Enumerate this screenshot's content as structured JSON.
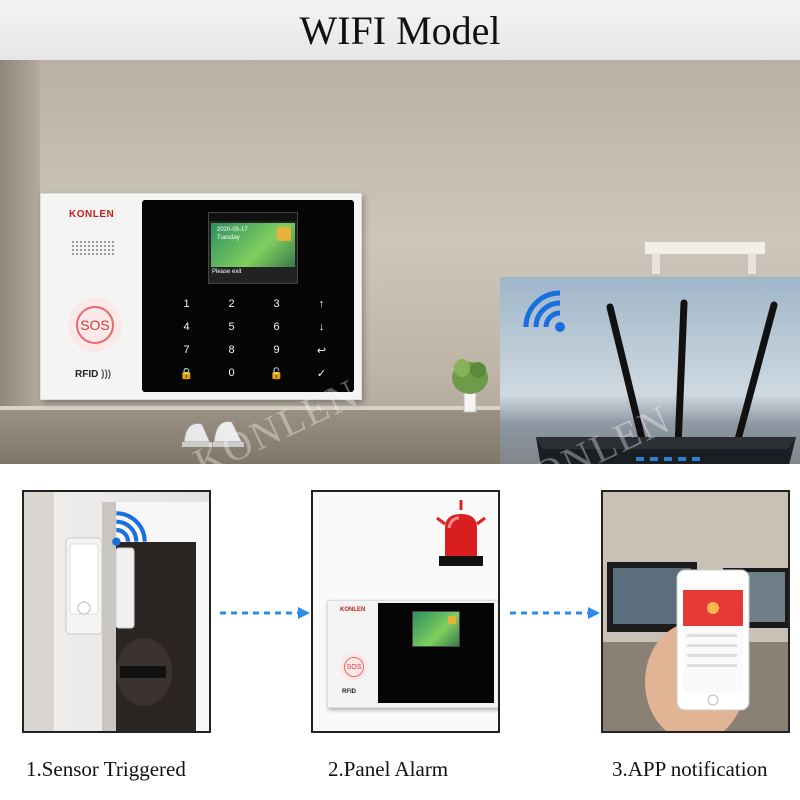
{
  "title": "WIFI Model",
  "panel": {
    "brand": "KONLEN",
    "sos_label": "SOS",
    "rfid_label": "RFID",
    "screen_date": "2020-05-17",
    "screen_day": "Tuesday",
    "screen_message": "Please exit",
    "keys": [
      "1",
      "2",
      "3",
      "↑",
      "4",
      "5",
      "6",
      "↓",
      "7",
      "8",
      "9",
      "↩",
      "🔒",
      "0",
      "🔓",
      "✓"
    ]
  },
  "small_panel": {
    "brand": "KONLEN",
    "sos_label": "SOS",
    "rfid_label": "RFID"
  },
  "watermark": "KONLEN",
  "steps": [
    {
      "label": "1.Sensor Triggered"
    },
    {
      "label": "2.Panel Alarm"
    },
    {
      "label": "3.APP notification"
    }
  ],
  "colors": {
    "wifi_blue": "#1a6fe0",
    "brand_red": "#c0201c",
    "arrow_blue": "#2a8ee8",
    "alarm_red": "#e02020"
  },
  "icons": {
    "wifi": "wifi-icon",
    "siren": "siren-icon",
    "arrow": "dashed-arrow-icon"
  }
}
